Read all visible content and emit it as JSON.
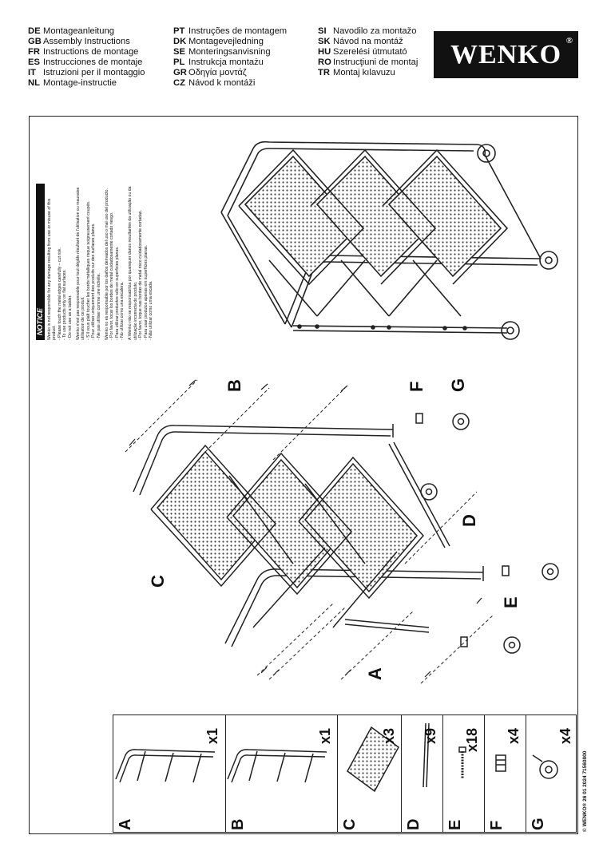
{
  "header": {
    "languages_col1": [
      {
        "code": "DE",
        "text": "Montageanleitung"
      },
      {
        "code": "GB",
        "text": "Assembly Instructions"
      },
      {
        "code": "FR",
        "text": "Instructions de montage"
      },
      {
        "code": "ES",
        "text": "Instrucciones de montaje"
      },
      {
        "code": "IT",
        "text": "Istruzioni per il montaggio"
      },
      {
        "code": "NL",
        "text": "Montage-instructie"
      }
    ],
    "languages_col2": [
      {
        "code": "PT",
        "text": "Instruções de montagem"
      },
      {
        "code": "DK",
        "text": "Montagevejledning"
      },
      {
        "code": "SE",
        "text": "Monteringsanvisning"
      },
      {
        "code": "PL",
        "text": "Instrukcja montażu"
      },
      {
        "code": "GR",
        "text": "Οδηγία μοντάζ"
      },
      {
        "code": "CZ",
        "text": "Návod k montáži"
      }
    ],
    "languages_col3": [
      {
        "code": "SI",
        "text": "Navodilo za montažo"
      },
      {
        "code": "SK",
        "text": "Návod na montáž"
      },
      {
        "code": "HU",
        "text": "Szerelési útmutató"
      },
      {
        "code": "RO",
        "text": "Instrucţiuni de montaj"
      },
      {
        "code": "TR",
        "text": "Montaj kılavuzu"
      }
    ],
    "logo_text": "WENKO",
    "logo_reg": "®"
  },
  "notice": {
    "title": "NOTICE",
    "paragraphs": [
      "Wenko is not responsible for any damage resulting from use or misuse of this product.",
      "- Please touch the metal edges carefully – cut risk.",
      "- To use products only on flat surfaces.",
      "- Do not use as a ladder.",
      "Wenko n'est pas responsable pour tout dégâts résultant de l'utilisation ou mauvaise utilisation de ce produit.",
      "- S'il vous plaît toucher les bords métalliques risque soigneusement coupés.",
      "- Pour utiliser uniquement des produits sur des surfaces planes.",
      "- Ne pas utiliser comme une échelle.",
      "Wenko no es responsable por los daños derivados del uso o mal uso del producto.",
      "- Por favor, tocar los bordes de metal cuidadosamente cortado riesgo.",
      "- Para utilizar productos sólo en superficies planas.",
      "- No utilizar como una escalera.",
      "A Wenko não se responsabiliza por quaisquer danos resultantes da utilização ou da utilização incorrecta do produto.",
      "- Por favor, toque nas bordas de metal risco cuidadosamente cortadas.",
      "- Para usar produtos apenas em superfícies planas.",
      "- Não utilizar como uma escada."
    ]
  },
  "diagram_labels": {
    "A": "A",
    "B": "B",
    "C": "C",
    "D": "D",
    "E": "E",
    "F": "F",
    "G": "G"
  },
  "parts": [
    {
      "letter": "A",
      "qty": "x1"
    },
    {
      "letter": "B",
      "qty": "x1"
    },
    {
      "letter": "C",
      "qty": "x3"
    },
    {
      "letter": "D",
      "qty": "x9"
    },
    {
      "letter": "E",
      "qty": "x18"
    },
    {
      "letter": "F",
      "qty": "x4"
    },
    {
      "letter": "G",
      "qty": "x4"
    }
  ],
  "footer": {
    "text": "© WENKO® 26 01 2024  71560800"
  }
}
